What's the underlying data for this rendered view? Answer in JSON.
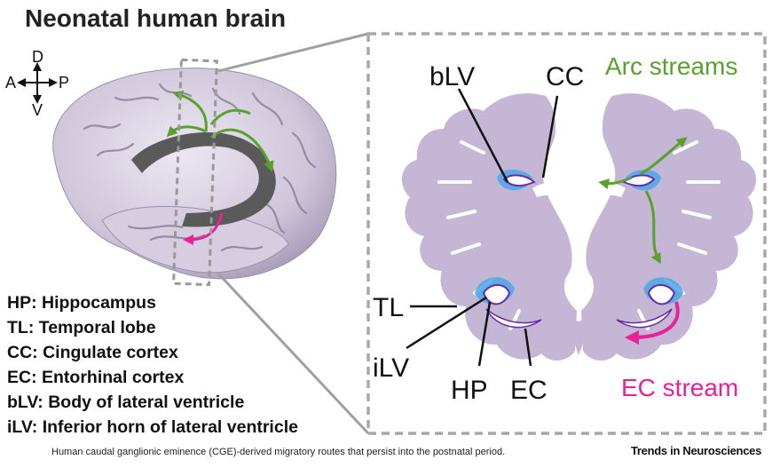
{
  "title": "Neonatal human brain",
  "compass": {
    "dorsal": "D",
    "ventral": "V",
    "anterior": "A",
    "posterior": "P"
  },
  "labels": {
    "blv": "bLV",
    "cc": "CC",
    "tl": "TL",
    "ilv": "iLV",
    "hp": "HP",
    "ec": "EC",
    "arc_streams": "Arc streams",
    "ec_stream": "EC stream"
  },
  "legend": [
    "HP: Hippocampus",
    "TL: Temporal lobe",
    "CC: Cingulate cortex",
    "EC: Entorhinal cortex",
    "bLV: Body of lateral ventricle",
    "iLV: Inferior horn of lateral ventricle"
  ],
  "caption": "Human caudal ganglionic eminence (CGE)-derived migratory routes that persist into the postnatal period.",
  "brand": "Trends in Neurosciences",
  "colors": {
    "brain": "#cfc6da",
    "section": "#c4b6d4",
    "ventricle": "#5a5a5a",
    "arc_stream": "#5aa02c",
    "ec_stream": "#e8209a",
    "germinal_zone": "#4aa8e8"
  }
}
